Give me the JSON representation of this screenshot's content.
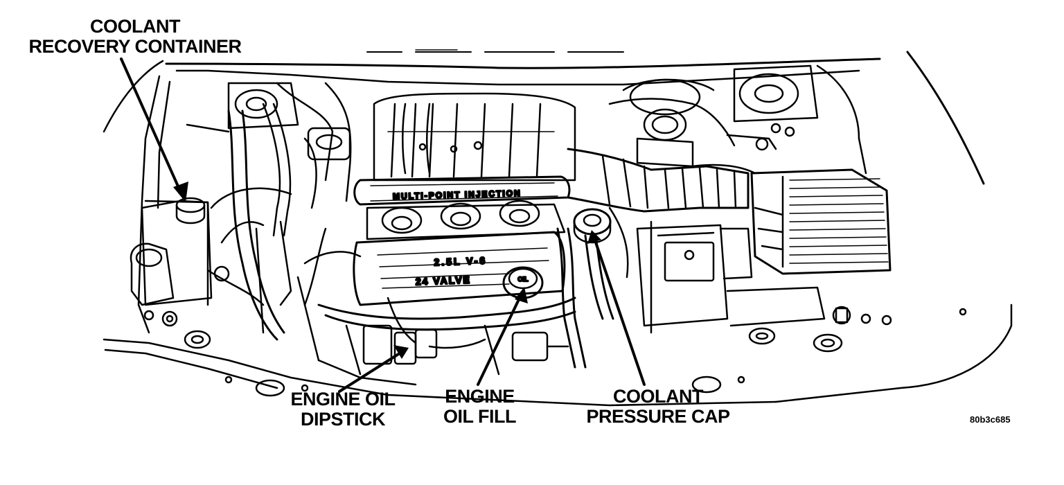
{
  "callouts": {
    "coolant_recovery": {
      "line1": "COOLANT",
      "line2": "RECOVERY CONTAINER"
    },
    "oil_dipstick": {
      "line1": "ENGINE OIL",
      "line2": "DIPSTICK"
    },
    "oil_fill": {
      "line1": "ENGINE",
      "line2": "OIL FILL"
    },
    "pressure_cap": {
      "line1": "COOLANT",
      "line2": "PRESSURE CAP"
    }
  },
  "engine_markings": {
    "manifold": "MULTI-POINT INJECTION",
    "displacement": "2.5L V-6",
    "valve": "24 VALVE",
    "oil_cap": "OIL"
  },
  "figure_code": "80b3c685",
  "colors": {
    "line": "#000000",
    "background": "#ffffff"
  }
}
